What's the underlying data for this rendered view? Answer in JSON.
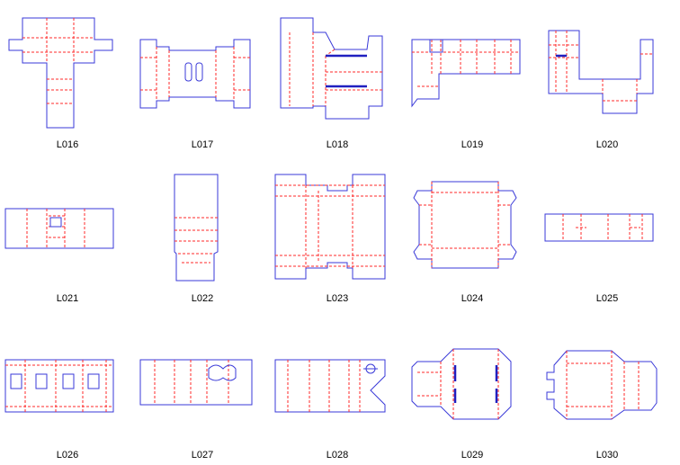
{
  "colors": {
    "cut_line": "#3a3ad8",
    "fold_line": "#ff2a2a",
    "background": "#ffffff"
  },
  "items": [
    {
      "label": "L016"
    },
    {
      "label": "L017"
    },
    {
      "label": "L018"
    },
    {
      "label": "L019"
    },
    {
      "label": "L020"
    },
    {
      "label": "L021"
    },
    {
      "label": "L022"
    },
    {
      "label": "L023"
    },
    {
      "label": "L024"
    },
    {
      "label": "L025"
    },
    {
      "label": "L026"
    },
    {
      "label": "L027"
    },
    {
      "label": "L028"
    },
    {
      "label": "L029"
    },
    {
      "label": "L030"
    }
  ]
}
